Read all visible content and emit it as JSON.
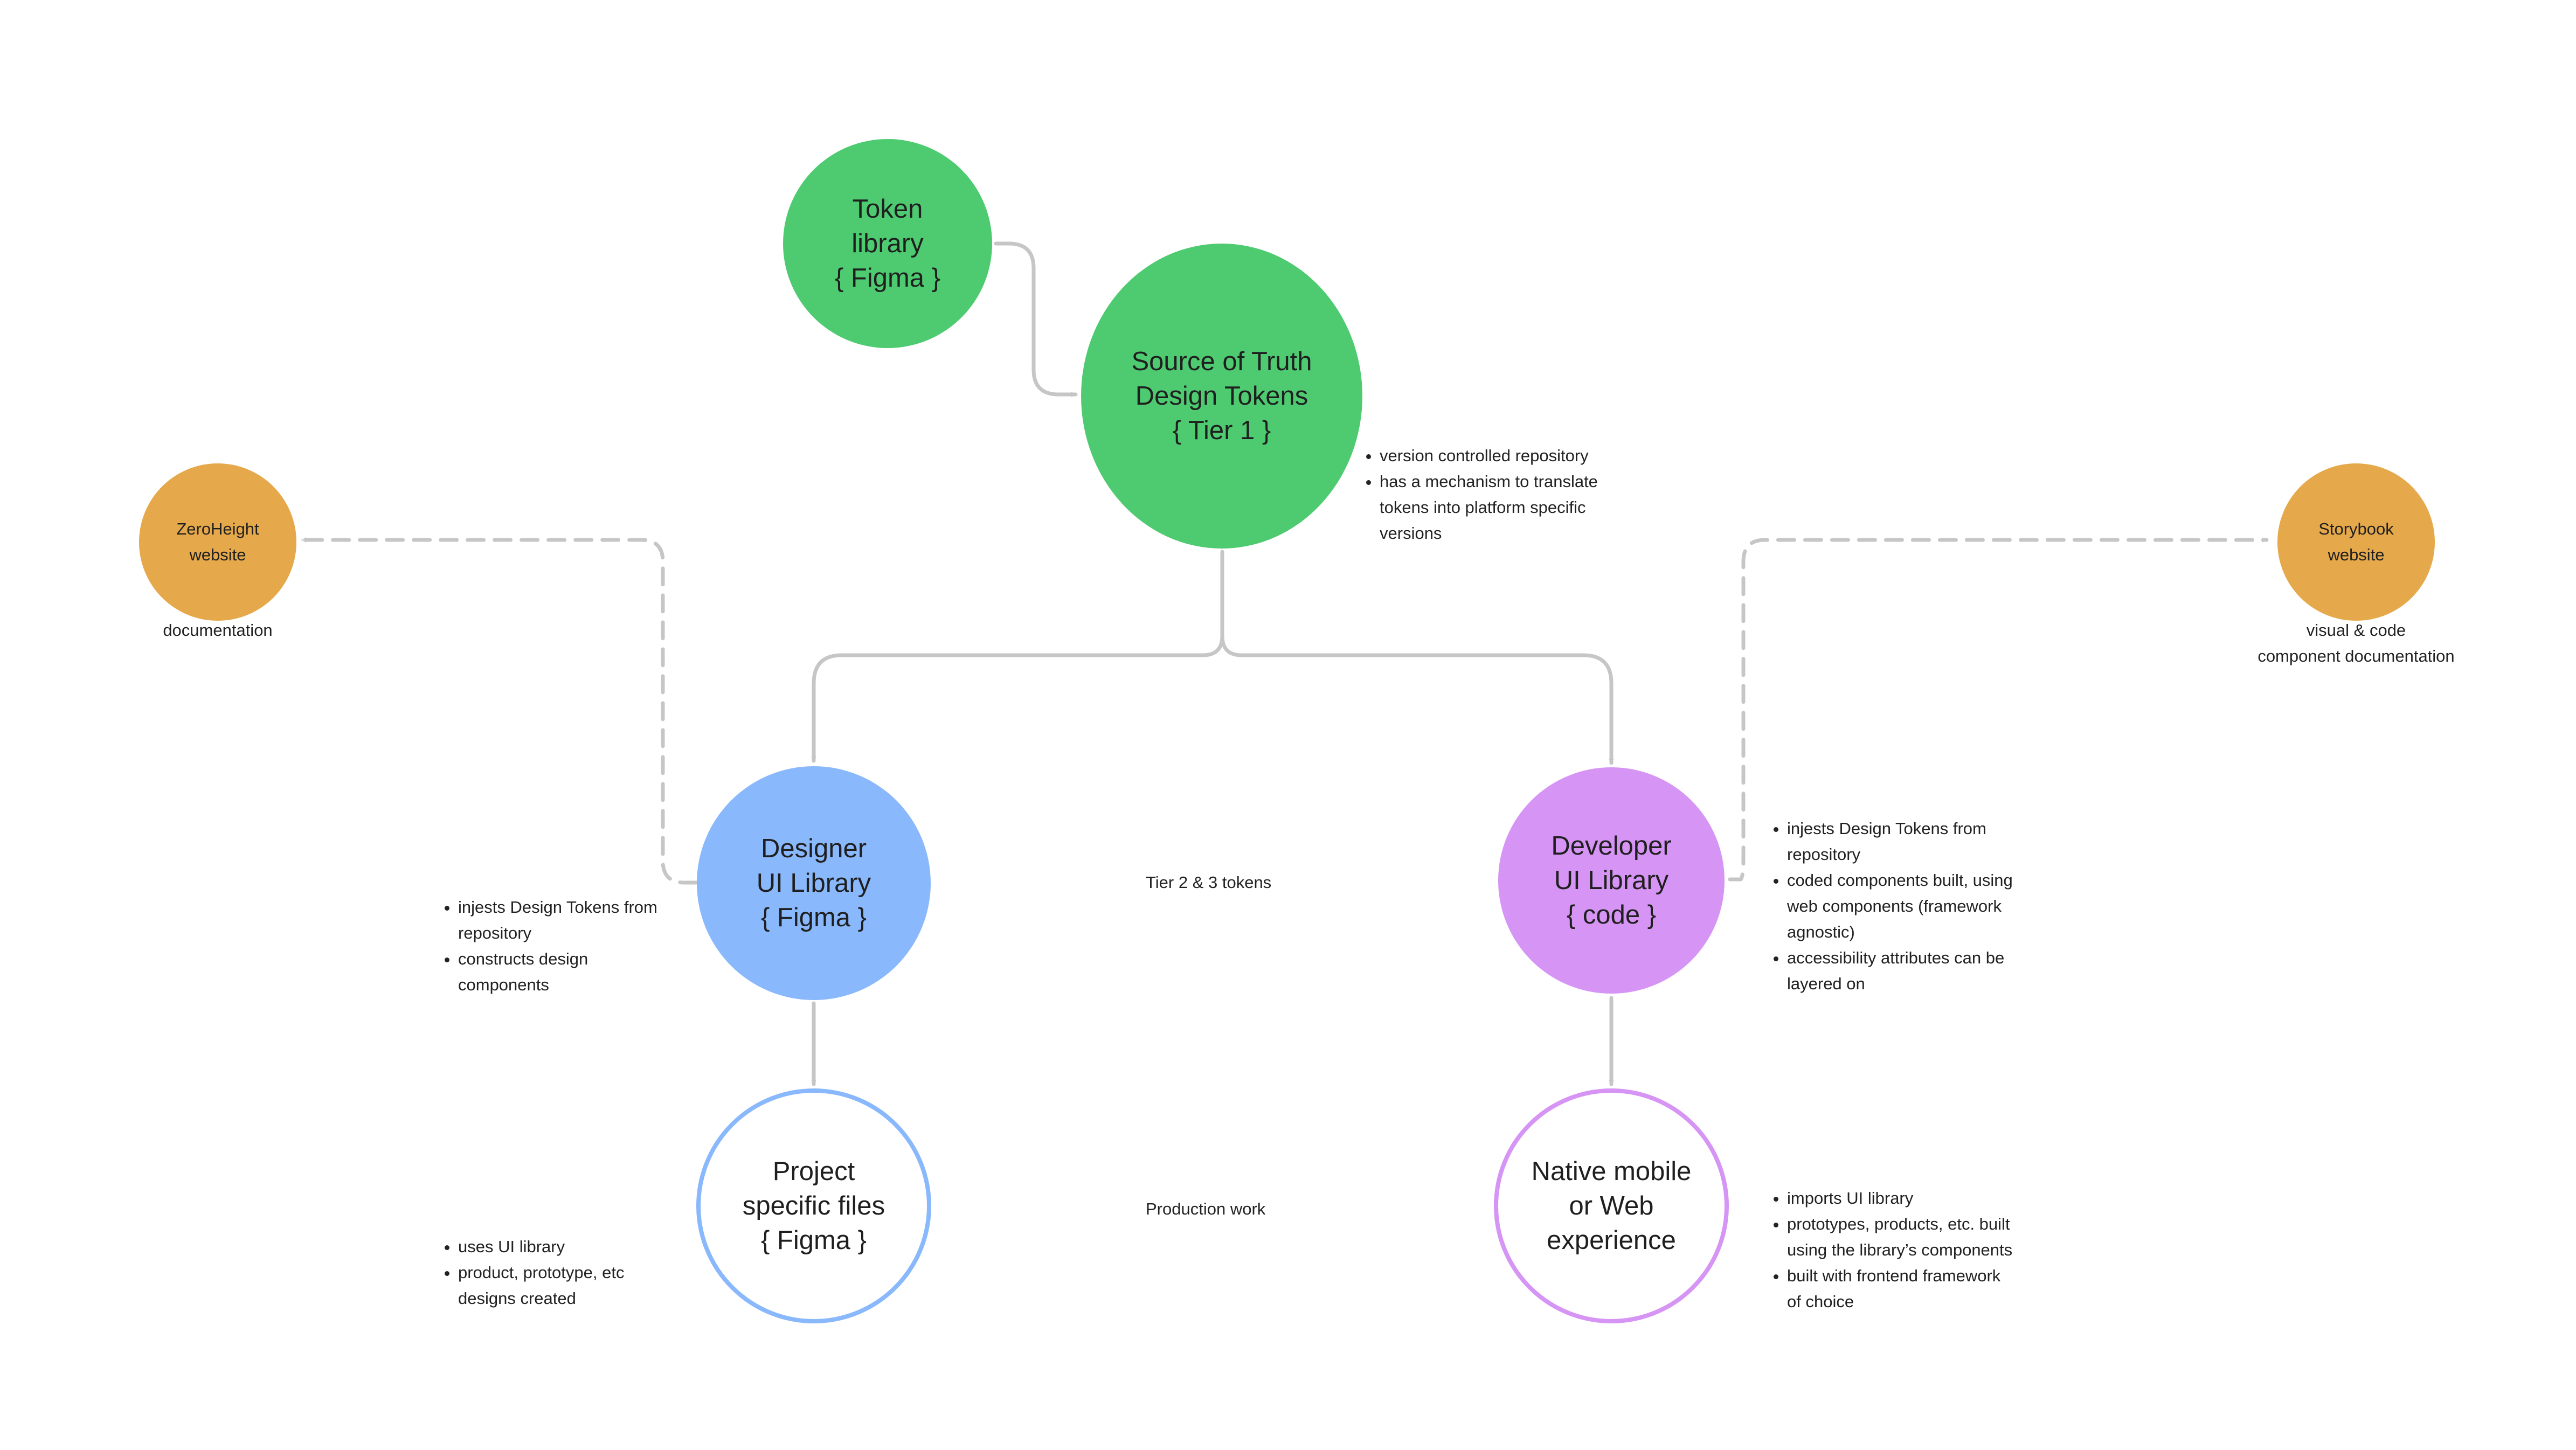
{
  "colors": {
    "green": "#4ecb71",
    "orange": "#e5a84a",
    "blue": "#8ab8fc",
    "purple": "#d694f5",
    "blue_outline": "#8ab8fc",
    "purple_outline": "#d694f5",
    "connector": "#c6c6c6"
  },
  "nodes": {
    "token_library": [
      "Token",
      "library",
      "{ Figma }"
    ],
    "source_of_truth": [
      "Source of Truth",
      "Design Tokens",
      "{ Tier 1 }"
    ],
    "zeroheight": [
      "ZeroHeight",
      "website"
    ],
    "storybook": [
      "Storybook",
      "website"
    ],
    "designer_ui": [
      "Designer",
      "UI Library",
      "{ Figma }"
    ],
    "developer_ui": [
      "Developer",
      "UI Library",
      "{ code }"
    ],
    "project_files": [
      "Project",
      "specific files",
      "{ Figma }"
    ],
    "native_mobile": [
      "Native mobile",
      "or Web",
      "experience"
    ]
  },
  "captions": {
    "zeroheight": [
      "documentation"
    ],
    "storybook": [
      "visual & code",
      "component documentation"
    ]
  },
  "notes": {
    "source_of_truth": [
      [
        "version controlled repository"
      ],
      [
        "has a mechanism to translate",
        "tokens into platform specific",
        "versions"
      ]
    ],
    "designer_ui": [
      [
        "injests Design Tokens from",
        "repository"
      ],
      [
        "constructs design",
        "components"
      ]
    ],
    "developer_ui": [
      [
        "injests Design Tokens from",
        "repository"
      ],
      [
        "coded components built, using",
        "web components (framework",
        "agnostic)"
      ],
      [
        "accessibility attributes can be",
        "layered on"
      ]
    ],
    "project_files": [
      [
        "uses UI library"
      ],
      [
        "product, prototype, etc",
        "designs created"
      ]
    ],
    "native_mobile": [
      [
        "imports UI library"
      ],
      [
        "prototypes, products, etc. built",
        "using the library’s components"
      ],
      [
        "built with frontend framework",
        "of choice"
      ]
    ]
  },
  "middle_labels": {
    "tier_tokens": "Tier 2 & 3 tokens",
    "production": "Production work"
  }
}
